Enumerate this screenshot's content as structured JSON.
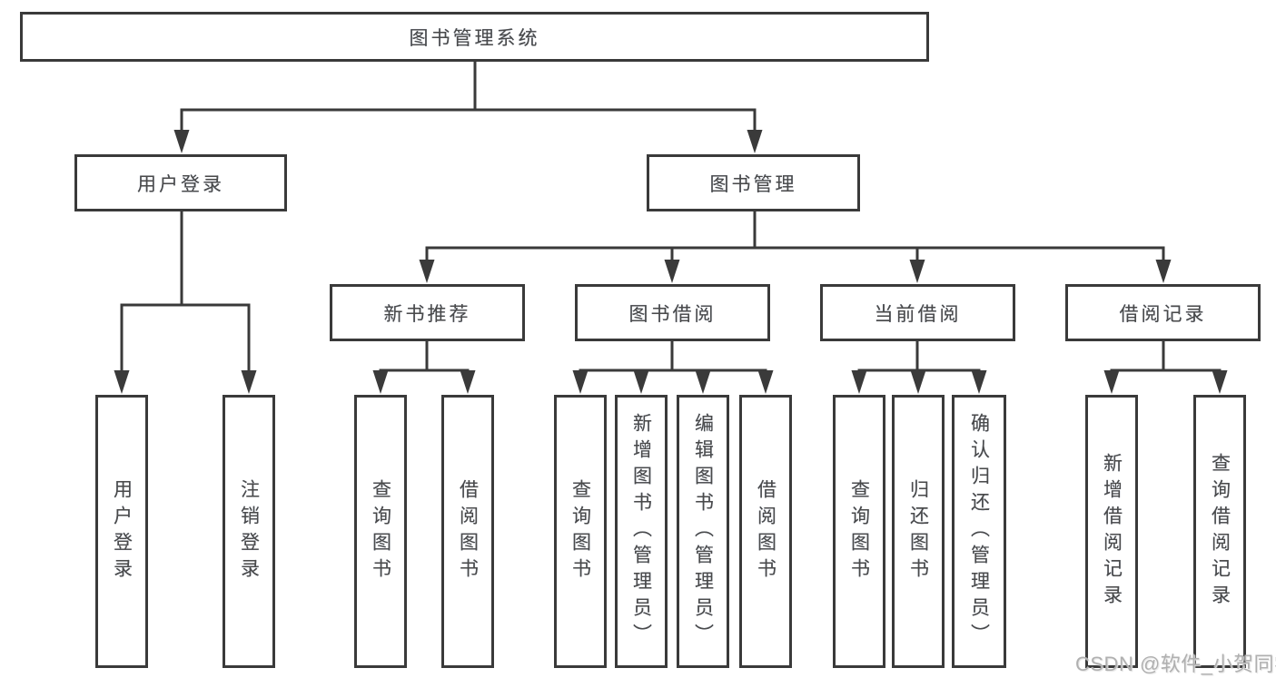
{
  "diagram": {
    "title": "图书管理系统",
    "colors": {
      "line": "#3a3a3a",
      "box_border": "#3a3a3a",
      "text": "#4a4a4a",
      "background": "#ffffff",
      "watermark": "#b0b0b0"
    },
    "nodes": {
      "root": {
        "label": "图书管理系统"
      },
      "level2": {
        "user_login": {
          "label": "用户登录"
        },
        "book_management": {
          "label": "图书管理"
        }
      },
      "level3": {
        "new_book_recommend": {
          "label": "新书推荐"
        },
        "book_borrow": {
          "label": "图书借阅"
        },
        "current_borrow": {
          "label": "当前借阅"
        },
        "borrow_records": {
          "label": "借阅记录"
        }
      },
      "leaves": {
        "user_login": [
          {
            "label": "用户登录"
          },
          {
            "label": "注销登录"
          }
        ],
        "new_book_recommend": [
          {
            "label": "查询图书"
          },
          {
            "label": "借阅图书"
          }
        ],
        "book_borrow": [
          {
            "label": "查询图书"
          },
          {
            "label": "新增图书（管理员）"
          },
          {
            "label": "编辑图书（管理员）"
          },
          {
            "label": "借阅图书"
          }
        ],
        "current_borrow": [
          {
            "label": "查询图书"
          },
          {
            "label": "归还图书"
          },
          {
            "label": "确认归还（管理员）"
          }
        ],
        "borrow_records": [
          {
            "label": "新增借阅记录"
          },
          {
            "label": "查询借阅记录"
          }
        ]
      }
    },
    "watermark": {
      "text": "CSDN @软件_小贺同学"
    }
  }
}
